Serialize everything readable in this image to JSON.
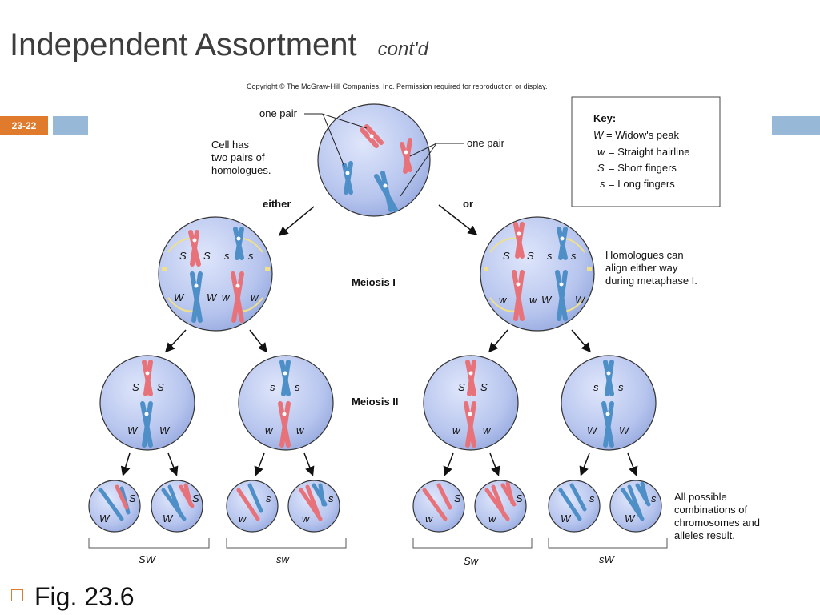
{
  "slide": {
    "title": "Independent Assortment",
    "subtitle": "cont'd",
    "slide_number": "23-22",
    "bullet": "Fig. 23.6",
    "accent_orange": "#e07a2c",
    "accent_blue": "#97b8d6"
  },
  "figure": {
    "copyright": "Copyright © The McGraw-Hill Companies, Inc. Permission required for reproduction or display.",
    "one_pair_left": "one pair",
    "one_pair_right": "one pair",
    "cell_has": [
      "Cell has",
      "two pairs of",
      "homologues."
    ],
    "either": "either",
    "or": "or",
    "meiosis1": "Meiosis I",
    "meiosis2": "Meiosis II",
    "homologues_note": [
      "Homologues can",
      "align either way",
      "during metaphase I."
    ],
    "all_possible": [
      "All possible",
      "combinations of",
      "chromosomes and",
      "alleles result."
    ],
    "key": {
      "title": "Key:",
      "rows": [
        {
          "symbol": "W",
          "text": "= Widow's peak"
        },
        {
          "symbol": "w",
          "text": "= Straight hairline"
        },
        {
          "symbol": "S",
          "text": "= Short fingers"
        },
        {
          "symbol": "s",
          "text": "= Long fingers"
        }
      ]
    },
    "meiosis1_left": {
      "top": [
        "S",
        "S",
        "s",
        "s"
      ],
      "bottom": [
        "W",
        "W",
        "w",
        "w"
      ]
    },
    "meiosis1_right": {
      "top": [
        "S",
        "S",
        "s",
        "s"
      ],
      "bottom": [
        "w",
        "w",
        "W",
        "W"
      ]
    },
    "meiosis2_cells": [
      {
        "top": [
          "S",
          "S"
        ],
        "bottom": [
          "W",
          "W"
        ]
      },
      {
        "top": [
          "s",
          "s"
        ],
        "bottom": [
          "w",
          "w"
        ]
      },
      {
        "top": [
          "S",
          "S"
        ],
        "bottom": [
          "w",
          "w"
        ]
      },
      {
        "top": [
          "s",
          "s"
        ],
        "bottom": [
          "W",
          "W"
        ]
      }
    ],
    "gametes": [
      {
        "a": "S",
        "b": "W"
      },
      {
        "a": "S",
        "b": "W"
      },
      {
        "a": "s",
        "b": "w"
      },
      {
        "a": "s",
        "b": "w"
      },
      {
        "a": "S",
        "b": "w"
      },
      {
        "a": "S",
        "b": "w"
      },
      {
        "a": "s",
        "b": "W"
      },
      {
        "a": "s",
        "b": "W"
      }
    ],
    "results": [
      "SW",
      "sw",
      "Sw",
      "sW"
    ],
    "colors": {
      "red": "#e8727a",
      "blue": "#4f8fc8",
      "cell": "#bcc9ee"
    }
  }
}
